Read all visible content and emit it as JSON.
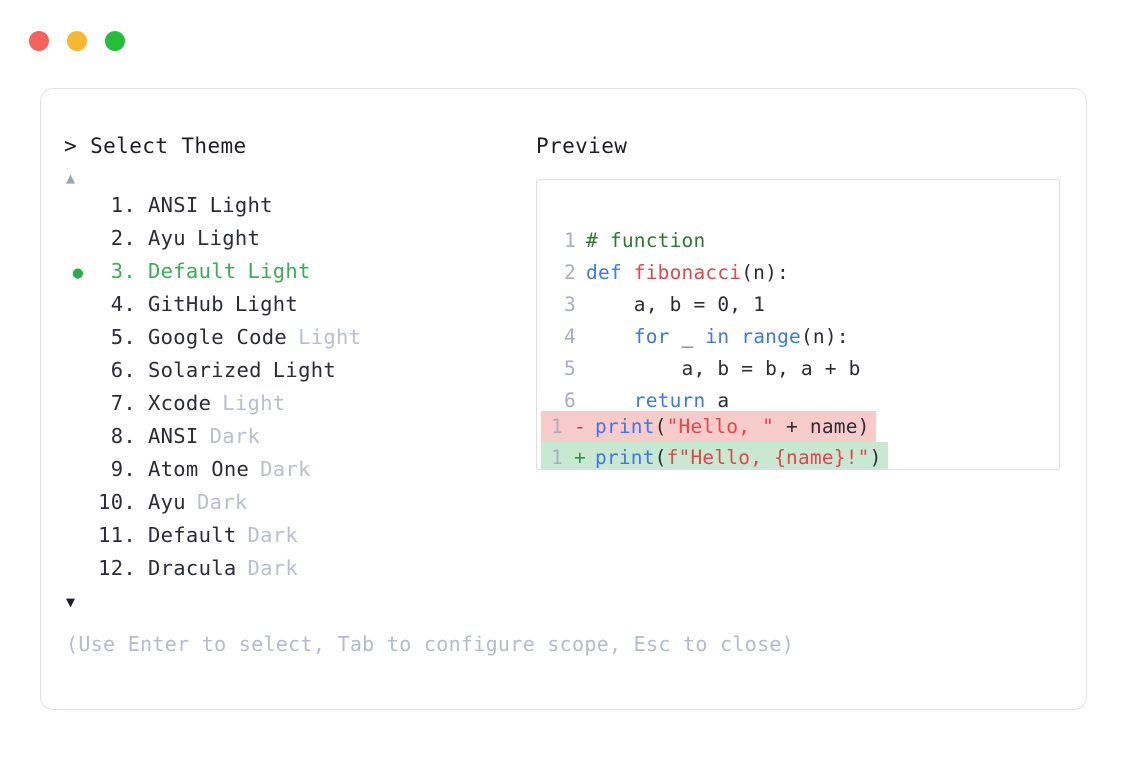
{
  "window": {
    "traffic_lights": [
      {
        "name": "close-button",
        "color": "#f4645a"
      },
      {
        "name": "minimize-button",
        "color": "#f5b82e"
      },
      {
        "name": "maximize-button",
        "color": "#26bd3a"
      }
    ]
  },
  "theme_panel": {
    "prompt": "> Select Theme",
    "scroll_up": "▲",
    "scroll_down": "▼",
    "selected_bullet": "●",
    "selected_index": 3,
    "items": [
      {
        "index": "1.",
        "name": "ANSI",
        "variant": "Light",
        "dimmed": false,
        "selected": false
      },
      {
        "index": "2.",
        "name": "Ayu",
        "variant": "Light",
        "dimmed": false,
        "selected": false
      },
      {
        "index": "3.",
        "name": "Default",
        "variant": "Light",
        "dimmed": false,
        "selected": true
      },
      {
        "index": "4.",
        "name": "GitHub",
        "variant": "Light",
        "dimmed": false,
        "selected": false
      },
      {
        "index": "5.",
        "name": "Google Code",
        "variant": "Light",
        "dimmed": true,
        "selected": false
      },
      {
        "index": "6.",
        "name": "Solarized",
        "variant": "Light",
        "dimmed": false,
        "selected": false
      },
      {
        "index": "7.",
        "name": "Xcode",
        "variant": "Light",
        "dimmed": true,
        "selected": false
      },
      {
        "index": "8.",
        "name": "ANSI",
        "variant": "Dark",
        "dimmed": true,
        "selected": false
      },
      {
        "index": "9.",
        "name": "Atom One",
        "variant": "Dark",
        "dimmed": true,
        "selected": false
      },
      {
        "index": "10.",
        "name": "Ayu",
        "variant": "Dark",
        "dimmed": true,
        "selected": false
      },
      {
        "index": "11.",
        "name": "Default",
        "variant": "Dark",
        "dimmed": true,
        "selected": false
      },
      {
        "index": "12.",
        "name": "Dracula",
        "variant": "Dark",
        "dimmed": true,
        "selected": false
      }
    ]
  },
  "hint": "(Use Enter to select, Tab to configure scope, Esc to close)",
  "preview": {
    "title": "Preview",
    "code_lines": [
      {
        "no": "1",
        "tokens": [
          {
            "t": "# function",
            "c": "tok-comment"
          }
        ]
      },
      {
        "no": "2",
        "tokens": [
          {
            "t": "def ",
            "c": "tok-keyword"
          },
          {
            "t": "fibonacci",
            "c": "tok-func"
          },
          {
            "t": "(n):",
            "c": "tok-plain"
          }
        ]
      },
      {
        "no": "3",
        "tokens": [
          {
            "t": "    a, b = 0, 1",
            "c": "tok-plain"
          }
        ]
      },
      {
        "no": "4",
        "tokens": [
          {
            "t": "    ",
            "c": "tok-plain"
          },
          {
            "t": "for",
            "c": "tok-keyword"
          },
          {
            "t": " _ ",
            "c": "tok-plain"
          },
          {
            "t": "in",
            "c": "tok-keyword"
          },
          {
            "t": " ",
            "c": "tok-plain"
          },
          {
            "t": "range",
            "c": "tok-builtin"
          },
          {
            "t": "(n):",
            "c": "tok-plain"
          }
        ]
      },
      {
        "no": "5",
        "tokens": [
          {
            "t": "        a, b = b, a + b",
            "c": "tok-plain"
          }
        ]
      },
      {
        "no": "6",
        "tokens": [
          {
            "t": "    ",
            "c": "tok-plain"
          },
          {
            "t": "return",
            "c": "tok-keyword"
          },
          {
            "t": " a",
            "c": "tok-plain"
          }
        ]
      }
    ],
    "diff_lines": [
      {
        "no": "1",
        "sign": "-",
        "type": "removed",
        "tokens": [
          {
            "t": "print",
            "c": "tok-builtin"
          },
          {
            "t": "(",
            "c": "tok-plain"
          },
          {
            "t": "\"Hello, \"",
            "c": "tok-string"
          },
          {
            "t": " + name)",
            "c": "tok-plain"
          }
        ]
      },
      {
        "no": "1",
        "sign": "+",
        "type": "added",
        "tokens": [
          {
            "t": "print",
            "c": "tok-builtin"
          },
          {
            "t": "(",
            "c": "tok-plain"
          },
          {
            "t": "f\"Hello, {name}!\"",
            "c": "tok-string"
          },
          {
            "t": ")",
            "c": "tok-plain"
          }
        ]
      }
    ]
  }
}
